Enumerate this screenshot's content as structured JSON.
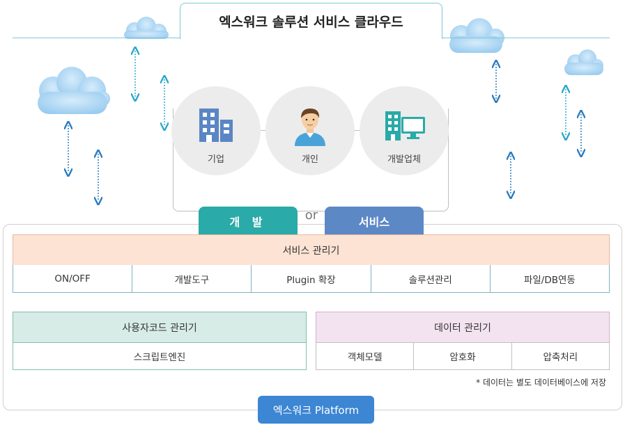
{
  "title": "엑스워크 솔루션 서비스 클라우드",
  "actors": [
    {
      "label": "기업",
      "icon": "building-icon"
    },
    {
      "label": "개인",
      "icon": "person-icon"
    },
    {
      "label": "개발업체",
      "icon": "building-monitor-icon"
    }
  ],
  "tabs": {
    "dev": "개 발",
    "or": "or",
    "service": "서비스"
  },
  "service_manager": {
    "title": "서비스 관리기",
    "items": [
      "ON/OFF",
      "개발도구",
      "Plugin 확장",
      "솔루션관리",
      "파일/DB연동"
    ]
  },
  "user_code_manager": {
    "title": "사용자코드 관리기",
    "items": [
      "스크립트엔진"
    ]
  },
  "data_manager": {
    "title": "데이터 관리기",
    "items": [
      "객체모델",
      "암호화",
      "압축처리"
    ]
  },
  "note": "* 데이터는 별도 데이터베이스에 저장",
  "platform_label": "엑스워크 Platform",
  "colors": {
    "teal": "#2aaaa8",
    "blue": "#5d88c6",
    "platform_blue": "#3c86d3",
    "service_header": "#fde3d4",
    "user_code_header": "#d7ece6",
    "data_header": "#f3e3f0",
    "cloud": "#a9d4f2",
    "arrow": "#2b7bbf"
  }
}
